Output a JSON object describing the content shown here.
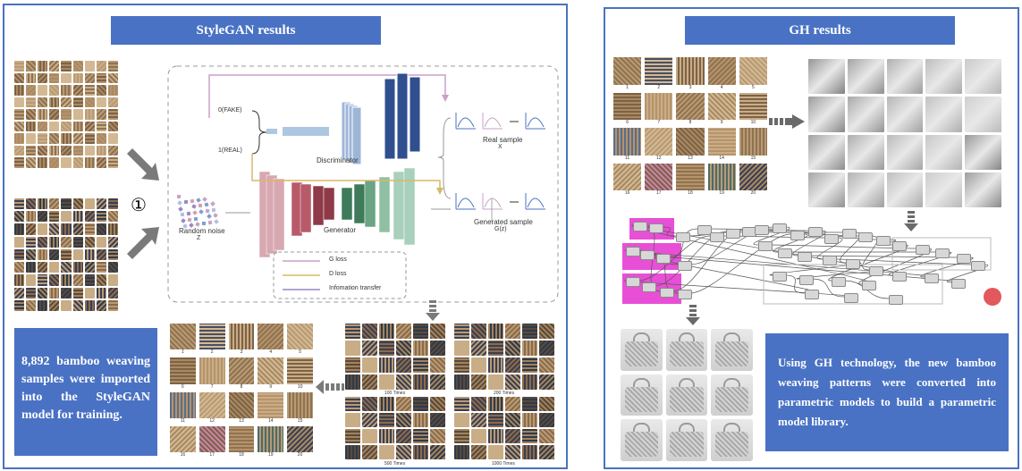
{
  "left_panel": {
    "title": "StyleGAN results",
    "step_marker": "①",
    "note": "8,892 bamboo weaving samples were imported into the StyleGAN model for training.",
    "diagram": {
      "fake_label": "0(FAKE)",
      "real_label": "1(REAL)",
      "discriminator_label": "Discriminator",
      "generator_label": "Generator",
      "noise_label": "Random noise",
      "noise_var": "Z",
      "real_sample_label": "Real sample",
      "real_sample_var": "X",
      "generated_sample_label": "Generated sample",
      "generated_sample_var": "G(z)",
      "legend": [
        "G loss",
        "D loss",
        "Infomation transfer"
      ],
      "legend_colors": [
        "#c9a0c7",
        "#d9b86a",
        "#9a87c2"
      ]
    },
    "sample_numbers": [
      "1",
      "2",
      "3",
      "4",
      "5",
      "6",
      "7",
      "8",
      "9",
      "10",
      "11",
      "12",
      "13",
      "14",
      "15",
      "16",
      "17",
      "18",
      "19",
      "20"
    ],
    "training_labels": [
      "100 Times",
      "200 Times",
      "500 Times",
      "1000 Times"
    ]
  },
  "right_panel": {
    "title": "GH results",
    "note": "Using GH technology, the new bamboo weaving patterns were converted into parametric models to build a parametric model library.",
    "sample_numbers": [
      "1",
      "2",
      "3",
      "4",
      "5",
      "6",
      "7",
      "8",
      "9",
      "10",
      "11",
      "12",
      "13",
      "14",
      "15",
      "16",
      "17",
      "18",
      "19",
      "20"
    ]
  },
  "colors": {
    "accent": "#4a72c4",
    "bamboo": "#b89a73",
    "pink": "#e84fd6",
    "dark_tile": "#3b3f52",
    "gray_model": "#b8b8b8"
  }
}
